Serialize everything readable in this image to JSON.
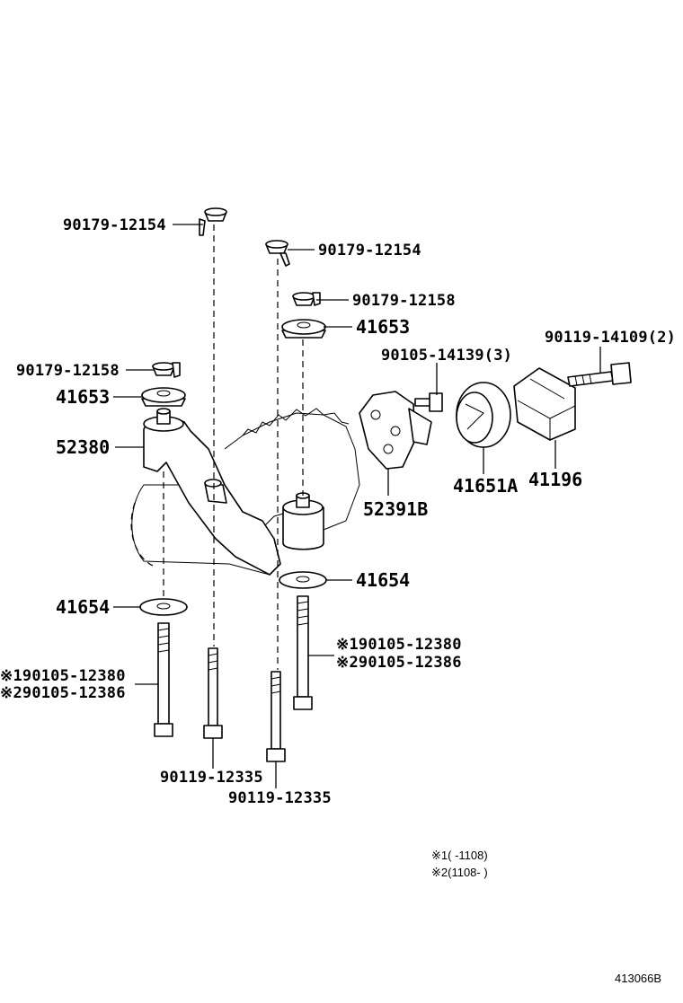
{
  "labels": {
    "bolt_top_left": "90179-12154",
    "bolt_top_mid": "90179-12154",
    "nut_right": "90179-12158",
    "nut_left": "90179-12158",
    "cushion_upper_right": "41653",
    "cushion_upper_left": "41653",
    "bracket_left": "52380",
    "bracket_right": "52391B",
    "bolt_small": "90105-14139(3)",
    "bolt_long_right": "90119-14109(2)",
    "mount_round": "41651A",
    "mount_block": "41196",
    "washer_right": "41654",
    "washer_left": "41654",
    "stud_right_1": "※190105-12380",
    "stud_right_2": "※290105-12386",
    "stud_left_1": "※190105-12380",
    "stud_left_2": "※290105-12386",
    "bolt_bottom_1": "90119-12335",
    "bolt_bottom_2": "90119-12335"
  },
  "notes": {
    "note1": "※1(    -1108)",
    "note2": "※2(1108-    )"
  },
  "figure_id": "413066B"
}
